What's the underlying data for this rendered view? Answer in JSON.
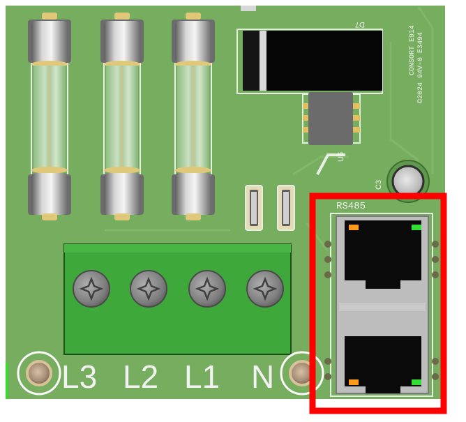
{
  "board": {
    "colors": {
      "pcb": "#77ad5e",
      "pcb_dark": "#6a9e52",
      "terminal_block": "#3fa83a",
      "highlight_box": "#ff0000",
      "silkscreen": "#f2f2f2",
      "led_orange": "#ff9a1a",
      "led_green": "#33dd33"
    },
    "terminal_labels": [
      "L3",
      "L2",
      "L1",
      "N"
    ],
    "port_label": "RS485",
    "chip_label": "U6",
    "component_label": "C3",
    "diode_label": "D7",
    "edge_text_line1": "CONSORT E914",
    "edge_text_line2": "©2024 94V-0 E3494"
  }
}
